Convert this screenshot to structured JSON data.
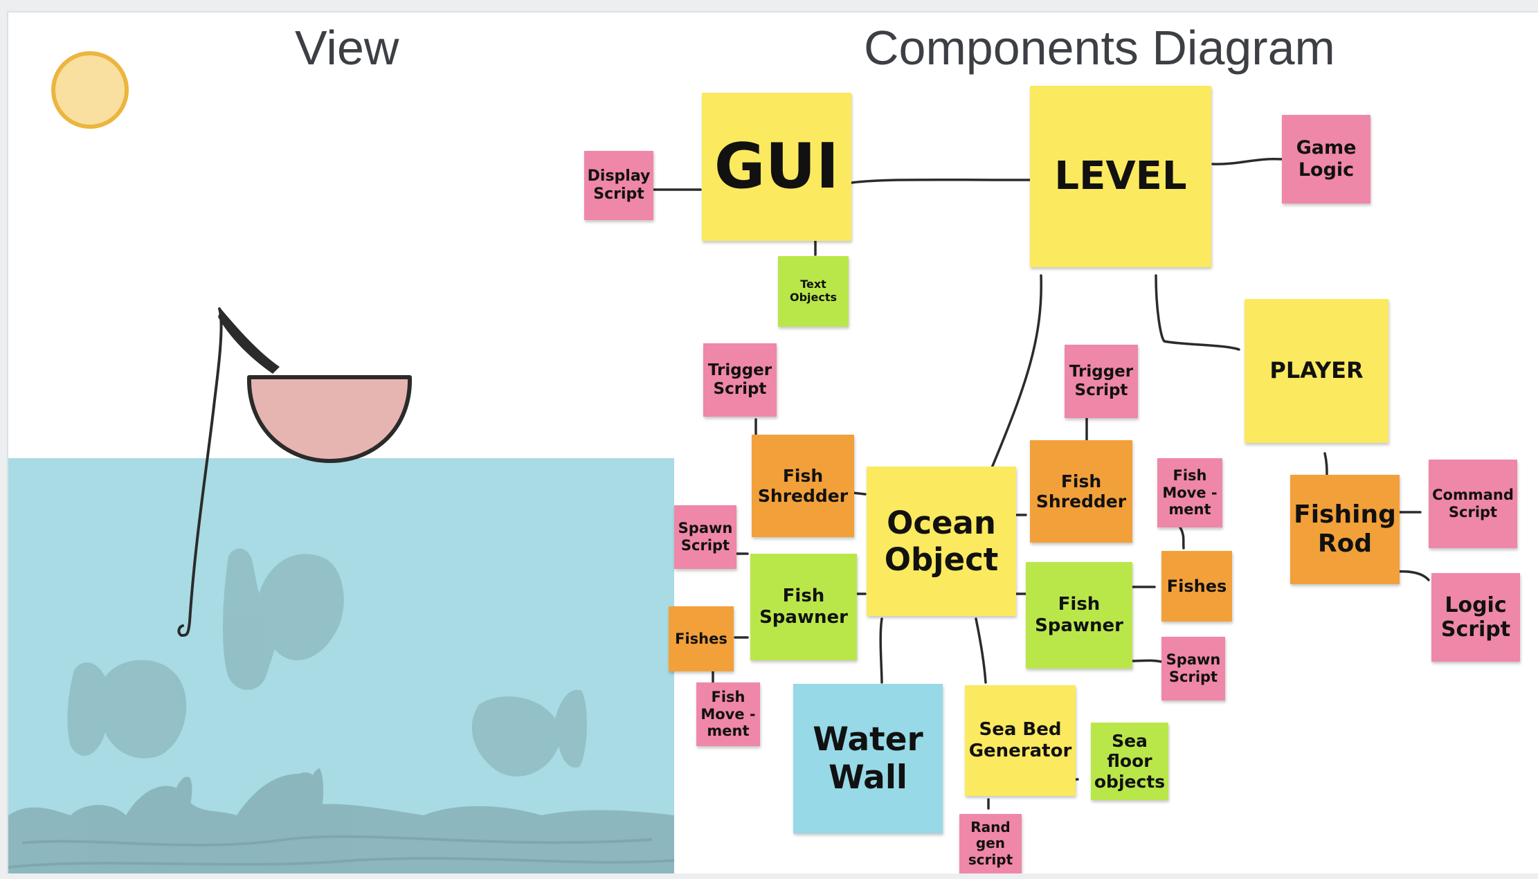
{
  "headings": {
    "view": "View",
    "diagram": "Components Diagram"
  },
  "notes": {
    "gui": "GUI",
    "level": "LEVEL",
    "game_logic": "Game\nLogic",
    "display_script": "Display\nScript",
    "text_objects": "Text\nObjects",
    "player": "PLAYER",
    "trigger_script_1": "Trigger\nScript",
    "trigger_script_2": "Trigger\nScript",
    "fish_shredder_1": "Fish\nShredder",
    "fish_shredder_2": "Fish\nShredder",
    "ocean_object": "Ocean\nObject",
    "fish_movement_1": "Fish\nMove -\nment",
    "fish_movement_2": "Fish\nMove -\nment",
    "fishing_rod": "Fishing\nRod",
    "command_script": "Command\nScript",
    "logic_script": "Logic\nScript",
    "spawn_script_1": "Spawn\nScript",
    "spawn_script_2": "Spawn\nScript",
    "fish_spawner_1": "Fish\nSpawner",
    "fish_spawner_2": "Fish\nSpawner",
    "fishes_1": "Fishes",
    "fishes_2": "Fishes",
    "water_wall": "Water\nWall",
    "sea_bed_generator": "Sea Bed\nGenerator",
    "sea_floor_objects": "Sea\nfloor\nobjects",
    "rand_gen_script": "Rand\ngen\nscript"
  },
  "colors": {
    "yellow": "#fbe95f",
    "pink": "#ef87a8",
    "orange": "#f2a03a",
    "green": "#b9e74a",
    "blue": "#97d9e6",
    "water": "#a8dbe3",
    "boat": "#e7b5b1",
    "sun": "#f9e0a0",
    "fish_shadow": "#8fbcc2"
  },
  "icons": {
    "sun": "sun-icon",
    "boat": "boat-icon",
    "fishing_line": "fishing-line-icon",
    "fish": "fish-shadow-icon",
    "seaweed": "seaweed-icon"
  }
}
